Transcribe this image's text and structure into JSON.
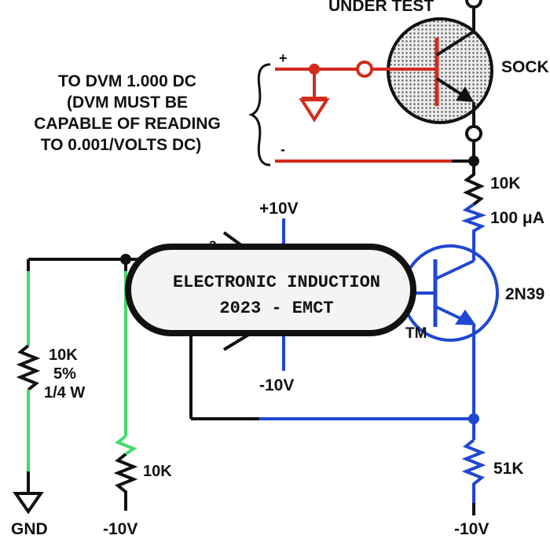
{
  "header_label": "UNDER TEST",
  "socket_label": "SOCK",
  "dvm_note": {
    "lines": [
      "TO DVM 1.000 DC",
      "(DVM MUST BE",
      "CAPABLE OF READING",
      "TO 0.001/VOLTS DC)"
    ],
    "plus": "+",
    "minus": "-"
  },
  "supply": {
    "positive": "+10V",
    "negative": "-10V"
  },
  "opamp_pin": "3",
  "banner": {
    "line1": "ELECTRONIC INDUCTION",
    "line2": "2023 - EMCT"
  },
  "resistors": {
    "r_top": {
      "value": "10K"
    },
    "r_micro": {
      "value": "100 μA"
    },
    "r_left": {
      "value": "10K",
      "tolerance": "5%",
      "power": "1/4 W"
    },
    "r_bottom": {
      "value": "10K"
    },
    "r_right": {
      "value": "51K"
    }
  },
  "transistor": {
    "part": "2N39",
    "mark": "TM"
  },
  "bottom_labels": {
    "gnd": "GND",
    "left_supply": "-10V",
    "right_supply": "-10V"
  },
  "colors": {
    "wire": "#111111",
    "red": "#d42a1e",
    "blue": "#1f47d2",
    "green": "#3fdc6a",
    "socket_fill": "#d8d8d8"
  }
}
